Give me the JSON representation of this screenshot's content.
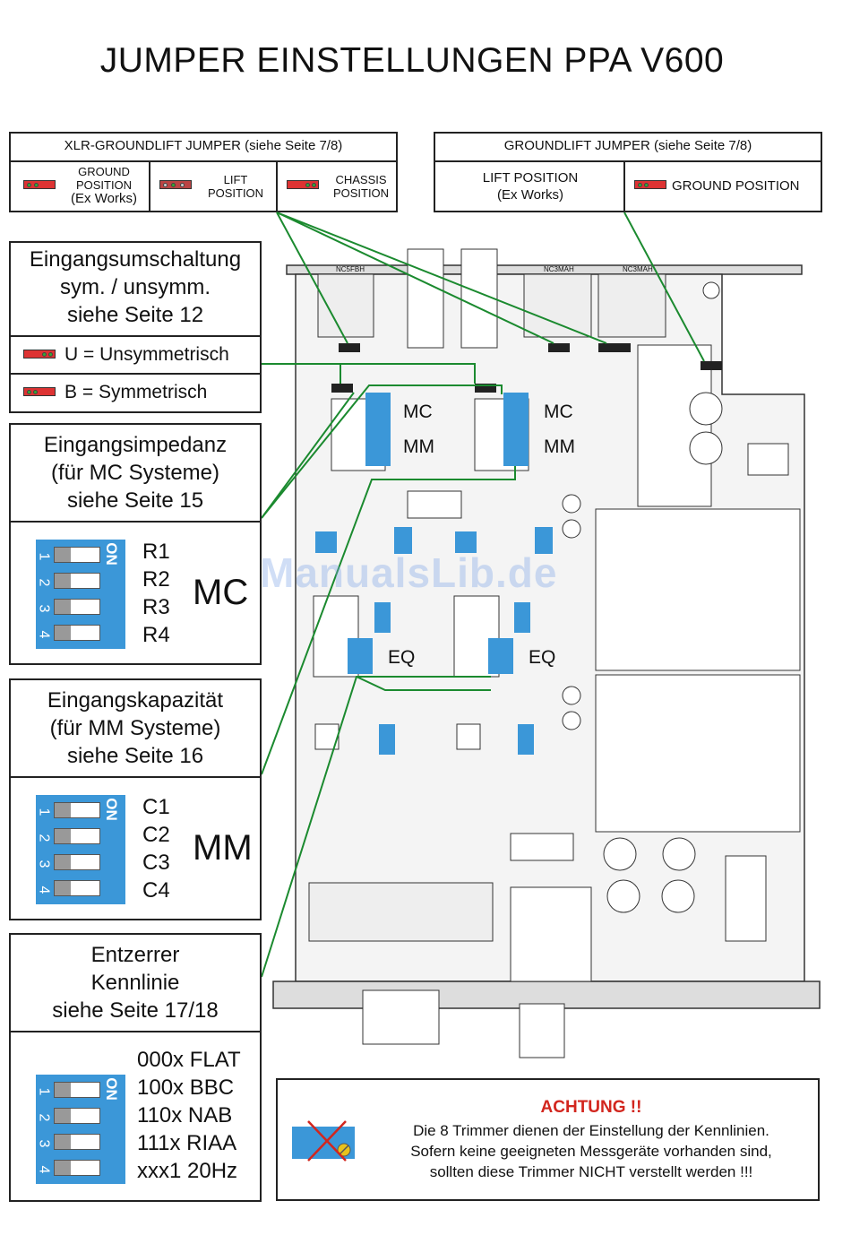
{
  "title": "JUMPER EINSTELLUNGEN PPA V600",
  "xlr_box": {
    "header": "XLR-GROUNDLIFT JUMPER (siehe Seite 7/8)",
    "ground": [
      "GROUND",
      "POSITION",
      "(Ex Works)"
    ],
    "lift": [
      "LIFT",
      "POSITION"
    ],
    "chassis": [
      "CHASSIS",
      "POSITION"
    ]
  },
  "groundlift_box": {
    "header": "GROUNDLIFT JUMPER (siehe Seite 7/8)",
    "lift": [
      "LIFT POSITION",
      "(Ex Works)"
    ],
    "ground": "GROUND POSITION"
  },
  "eingang": {
    "lines": [
      "Eingangsumschaltung",
      "sym. / unsymm.",
      "siehe Seite 12"
    ],
    "u": "U = Unsymmetrisch",
    "b": "B = Symmetrisch"
  },
  "impedanz": {
    "lines": [
      "Eingangsimpedanz",
      "(für MC Systeme)",
      "siehe Seite 15"
    ],
    "items": [
      "R1",
      "R2",
      "R3",
      "R4"
    ],
    "tag": "MC"
  },
  "kapazitaet": {
    "lines": [
      "Eingangskapazität",
      "(für MM Systeme)",
      "siehe Seite 16"
    ],
    "items": [
      "C1",
      "C2",
      "C3",
      "C4"
    ],
    "tag": "MM"
  },
  "entzerrer": {
    "lines": [
      "Entzerrer",
      "Kennlinie",
      "siehe Seite 17/18"
    ],
    "items": [
      "000x FLAT",
      "100x BBC",
      "110x NAB",
      "111x RIAA",
      "xxx1 20Hz"
    ]
  },
  "dip": {
    "on": "ON",
    "nums": [
      "1",
      "2",
      "3",
      "4"
    ]
  },
  "board": {
    "conn1": "NC5FBH",
    "conn2": "NC3MAH",
    "conn3": "NC3MAH",
    "mc": "MC",
    "mm": "MM",
    "eq": "EQ"
  },
  "achtung": {
    "title": "ACHTUNG !!",
    "lines": [
      "Die 8 Trimmer dienen der Einstellung der Kennlinien.",
      "Sofern keine geeigneten Messgeräte vorhanden sind,",
      "sollten diese Trimmer NICHT verstellt werden !!!"
    ]
  },
  "watermark": "ManualsLib.de",
  "colors": {
    "dip_blue": "#3b97d8",
    "line_green": "#1b8a2f",
    "warning_red": "#d2261e",
    "jumper_red": "#dd3333"
  }
}
